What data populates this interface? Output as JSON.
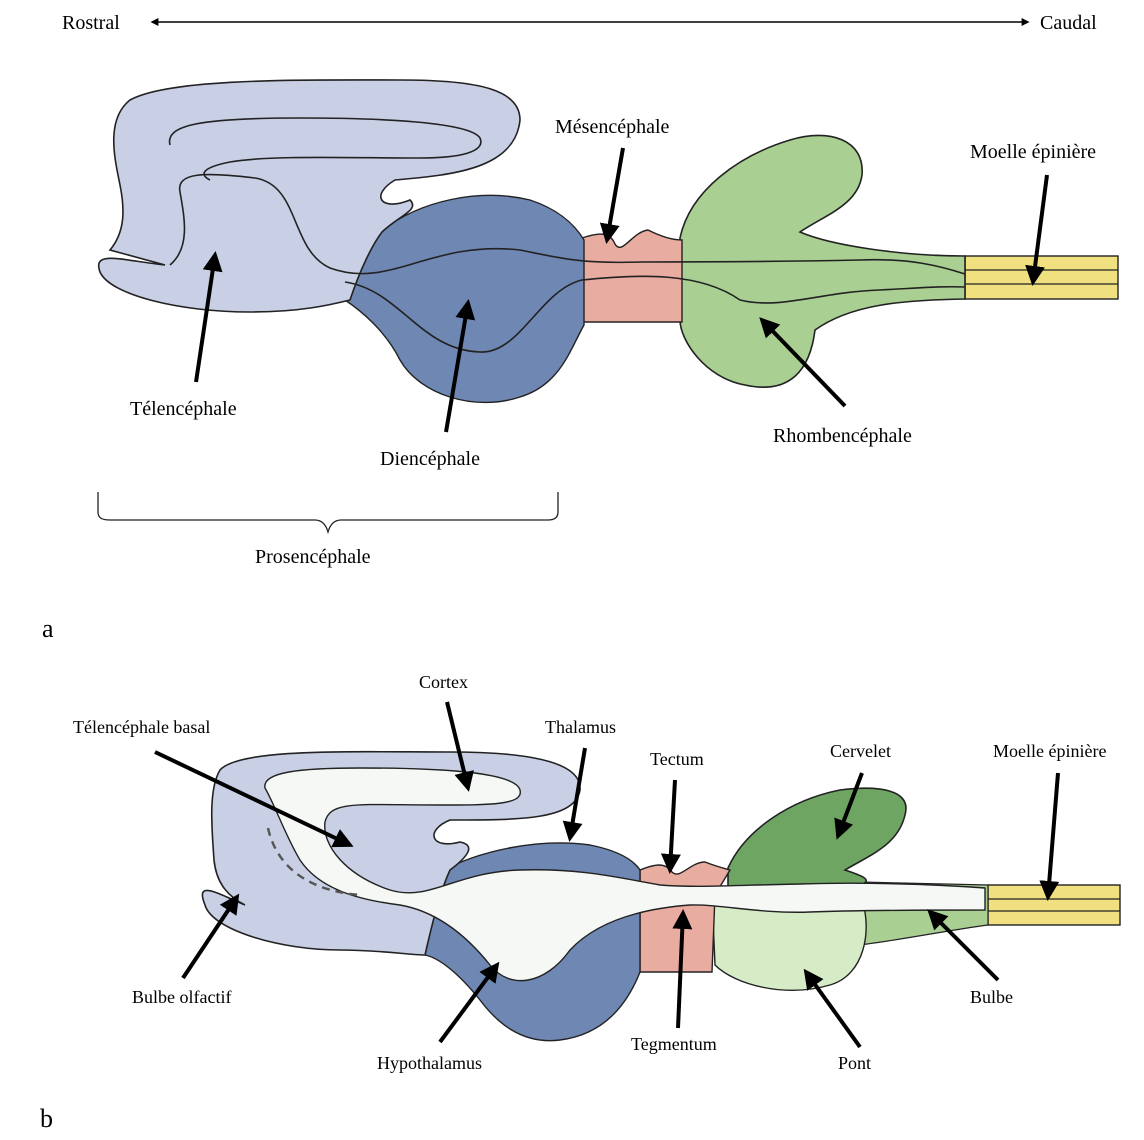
{
  "axis": {
    "left": "Rostral",
    "right": "Caudal"
  },
  "panel_a": {
    "letter": "a",
    "labels": {
      "telencephale": "Télencéphale",
      "diencephale": "Diencéphale",
      "mesencephale": "Mésencéphale",
      "rhombencephale": "Rhombencéphale",
      "moelle": "Moelle épinière",
      "prosencephale": "Prosencéphale"
    }
  },
  "panel_b": {
    "letter": "b",
    "labels": {
      "telencephale_basal": "Télencéphale basal",
      "cortex": "Cortex",
      "thalamus": "Thalamus",
      "tectum": "Tectum",
      "cervelet": "Cervelet",
      "moelle": "Moelle épinière",
      "bulbe_olfactif": "Bulbe olfactif",
      "hypothalamus": "Hypothalamus",
      "tegmentum": "Tegmentum",
      "pont": "Pont",
      "bulbe": "Bulbe"
    }
  },
  "colors": {
    "telencephale": "#c9d0e6",
    "diencephale": "#6f87b3",
    "mesencephale": "#e8aca0",
    "rhombencephale": "#a9cf92",
    "cervelet": "#6ea563",
    "pont": "#d6ecc7",
    "bulbe": "#a9cf92",
    "moelle": "#f0e080",
    "ventricle": "#f5f8f4"
  }
}
